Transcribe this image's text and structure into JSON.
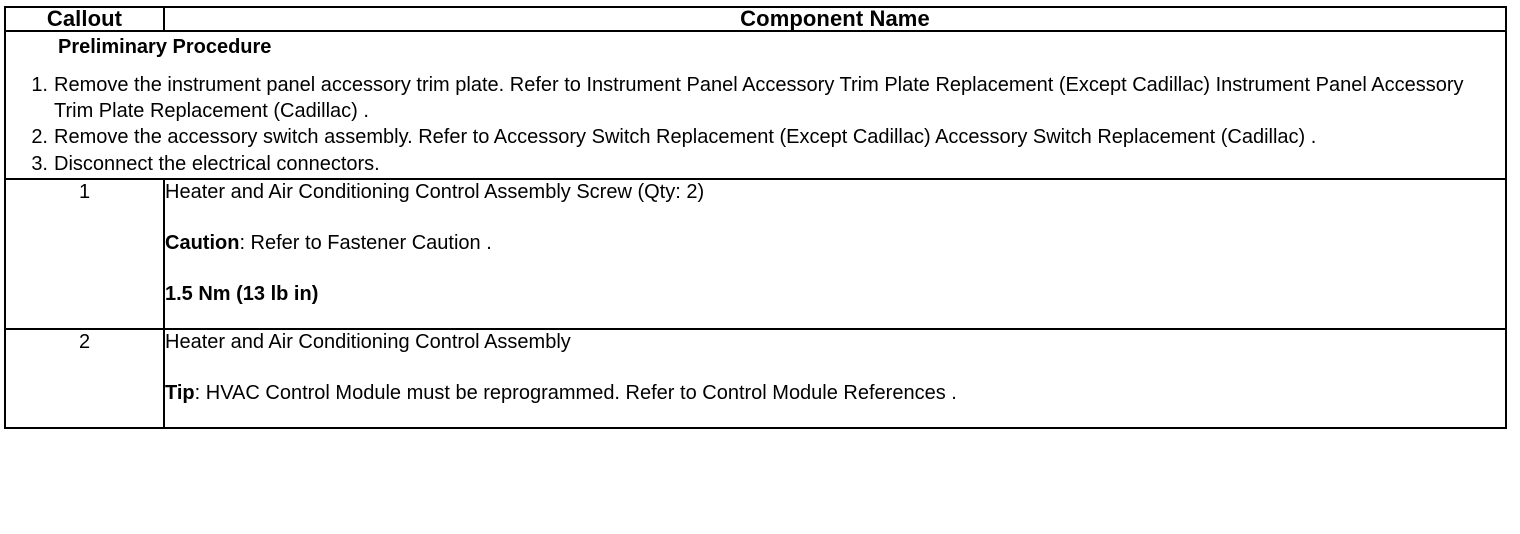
{
  "table": {
    "headers": {
      "callout": "Callout",
      "component_name": "Component Name"
    },
    "preliminary": {
      "title": "Preliminary Procedure",
      "steps": [
        {
          "num": "1.",
          "text": "Remove the instrument panel accessory trim plate. Refer to Instrument Panel Accessory Trim Plate Replacement (Except Cadillac) Instrument Panel Accessory Trim Plate Replacement (Cadillac) ."
        },
        {
          "num": "2.",
          "text": "Remove the accessory switch assembly. Refer to Accessory Switch Replacement (Except Cadillac) Accessory Switch Replacement (Cadillac) ."
        },
        {
          "num": "3.",
          "text": "Disconnect the electrical connectors."
        }
      ]
    },
    "rows": [
      {
        "callout": "1",
        "name": "Heater and Air Conditioning Control Assembly Screw (Qty: 2)",
        "caution_label": "Caution",
        "caution_text": ": Refer to Fastener Caution .",
        "torque": "1.5 Nm (13 lb in)"
      },
      {
        "callout": "2",
        "name": "Heater and Air Conditioning Control Assembly",
        "tip_label": "Tip",
        "tip_text": ": HVAC Control Module must be reprogrammed. Refer to Control Module References ."
      }
    ]
  }
}
